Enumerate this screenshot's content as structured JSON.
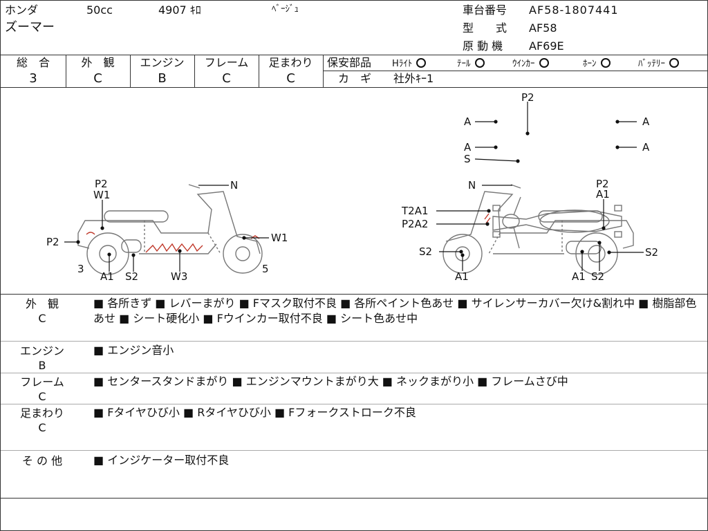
{
  "header": {
    "maker": "ホンダ",
    "displacement": "50cc",
    "mileage": "4907 ｷﾛ",
    "color": "ﾍﾞｰｼﾞｭ",
    "model_name": "ズーマー",
    "frame_no_label": "車台番号",
    "frame_no": "AF58-1807441",
    "type_label": "型　　式",
    "type": "AF58",
    "engine_label": "原 動 機",
    "engine": "AF69E"
  },
  "grades": {
    "headers": [
      "総　合",
      "外　観",
      "エンジン",
      "フレーム",
      "足まわり"
    ],
    "values": [
      "3",
      "C",
      "B",
      "C",
      "C"
    ]
  },
  "safety": {
    "label": "保安部品",
    "items": [
      "Hﾗｲﾄ",
      "ﾃｰﾙ",
      "ｳｲﾝｶｰ",
      "ﾎｰﾝ",
      "ﾊﾞｯﾃﾘｰ"
    ],
    "key_label": "カ　ギ",
    "key_value": "社外ｷｰ1"
  },
  "diagram_labels": {
    "top_view": [
      "P2",
      "A",
      "A",
      "A",
      "A",
      "S"
    ],
    "left_view": [
      "P2",
      "W1",
      "N",
      "W1",
      "P2",
      "3",
      "A1",
      "S2",
      "W3",
      "5"
    ],
    "right_view": [
      "N",
      "P2",
      "A1",
      "T2A1",
      "P2A2",
      "S2",
      "S2",
      "A1",
      "A1",
      "S2"
    ]
  },
  "sections": [
    {
      "title": "外　観",
      "grade": "C",
      "text": "■ 各所きず ■ レバーまがり ■ Fマスク取付不良 ■ 各所ペイント色あせ ■ サイレンサーカバー欠け&割れ中 ■ 樹脂部色あせ ■ シート硬化小 ■ Fウインカー取付不良 ■ シート色あせ中"
    },
    {
      "title": "エンジン",
      "grade": "B",
      "text": "■ エンジン音小"
    },
    {
      "title": "フレーム",
      "grade": "C",
      "text": "■ センタースタンドまがり ■ エンジンマウントまがり大 ■ ネックまがり小 ■ フレームさび中"
    },
    {
      "title": "足まわり",
      "grade": "C",
      "text": "■ Fタイヤひび小 ■ Rタイヤひび小 ■ Fフォークストローク不良"
    },
    {
      "title": "そ の 他",
      "grade": "",
      "text": "■ インジケーター取付不良"
    }
  ]
}
